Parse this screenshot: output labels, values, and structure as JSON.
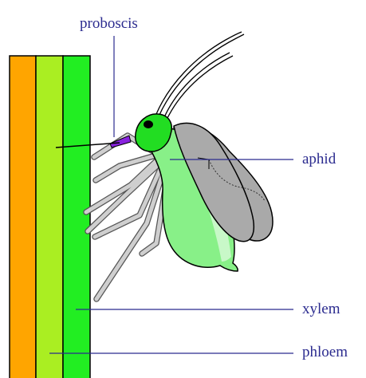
{
  "labels": {
    "proboscis": "proboscis",
    "aphid": "aphid",
    "xylem": "xylem",
    "phloem": "phloem"
  },
  "colors": {
    "label_text": "#2b2b8f",
    "leader_line": "#2b2b8f",
    "stem_outer": "#ffa500",
    "stem_phloem": "#aaee22",
    "stem_xylem": "#22ee22",
    "aphid_body": "#88f088",
    "aphid_body_highlight": "#c8f8c8",
    "aphid_head": "#22dd22",
    "wing": "#aaaaaa",
    "leg": "#c8c8c8",
    "proboscis_tip": "#8822dd",
    "outline": "#000000"
  }
}
